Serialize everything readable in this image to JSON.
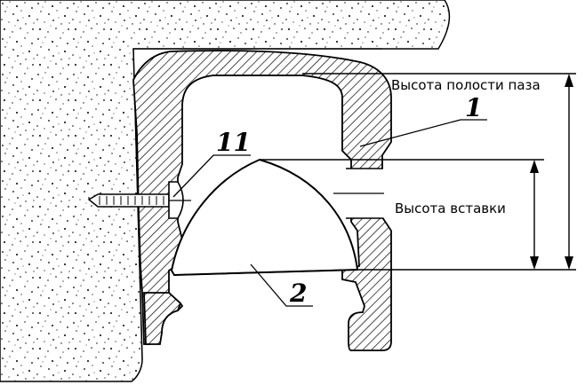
{
  "labels": {
    "cavity_height": "Высота полости паза",
    "insert_height": "Высота вставки"
  },
  "parts": {
    "profile": "1",
    "insert": "2",
    "screw": "11"
  },
  "colors": {
    "ink": "#000000",
    "background": "#ffffff"
  }
}
